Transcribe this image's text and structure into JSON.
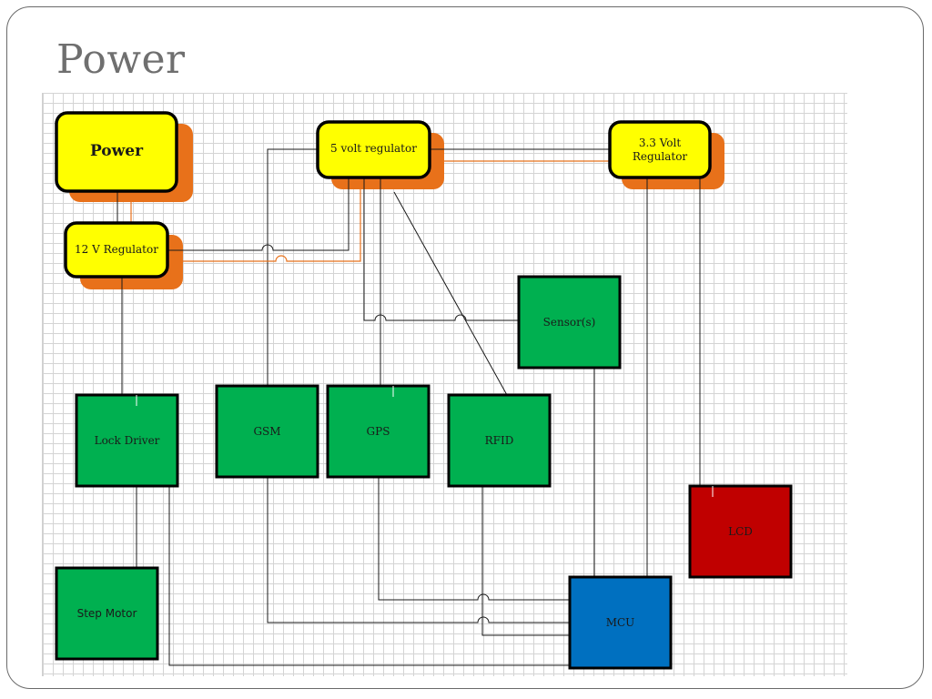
{
  "slide": {
    "title": "Power"
  },
  "diagram": {
    "nodes": {
      "power": "Power",
      "reg12": "12 V Regulator",
      "reg5": "5 volt regulator",
      "reg33_line1": "3.3 Volt",
      "reg33_line2": "Regulator",
      "sensors": "Sensor(s)",
      "lock_driver": "Lock Driver",
      "gsm": "GSM",
      "gps": "GPS",
      "rfid": "RFID",
      "lcd": "LCD",
      "step_motor": "Step Motor",
      "mcu": "MCU"
    },
    "colors": {
      "regulator_fill": "#ffff00",
      "shadow_orange": "#e8711a",
      "module_green": "#00b050",
      "lcd_red": "#c00000",
      "mcu_blue": "#0070c0",
      "wire_black": "#1a1a1a",
      "wire_orange": "#e8711a"
    }
  }
}
